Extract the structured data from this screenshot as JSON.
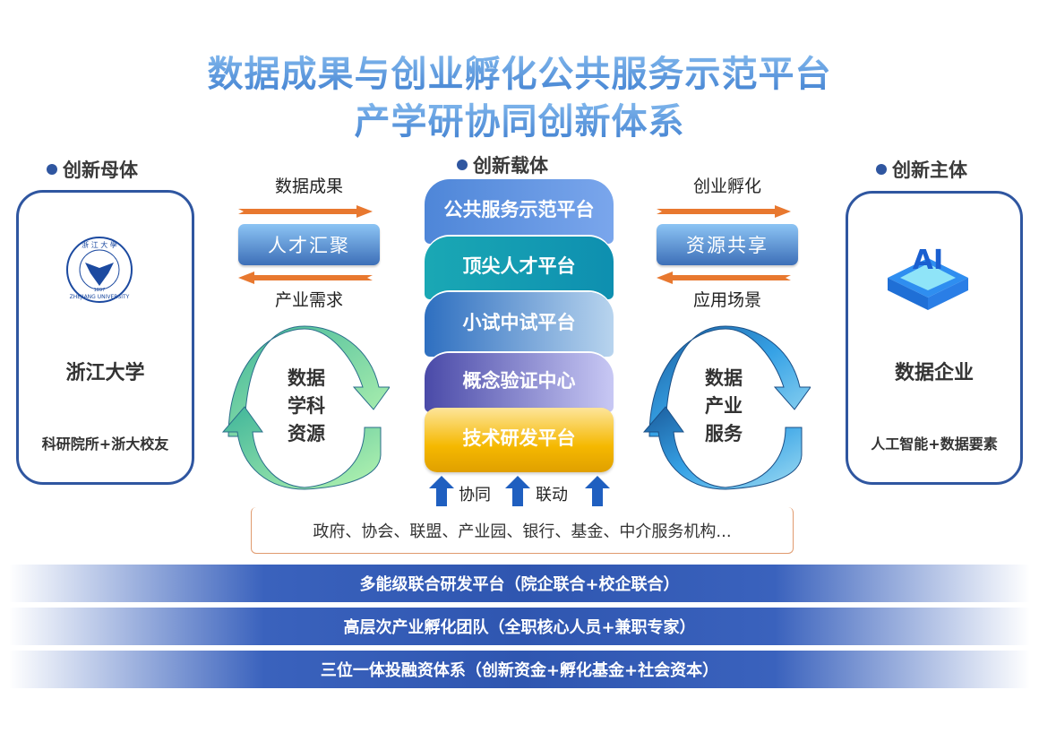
{
  "title": {
    "line1": "数据成果与创业孵化公共服务示范平台",
    "line2": "产学研协同创新体系"
  },
  "left": {
    "section_label": "创新母体",
    "logo_text": "ZHEJIANG UNIVERSITY 1897",
    "name": "浙江大学",
    "subtitle": "科研院所+浙大校友"
  },
  "left_flow": {
    "top_caption": "数据成果",
    "pill": "人才汇聚",
    "bottom_caption": "产业需求",
    "cycle_lines": [
      "数据",
      "学科",
      "资源"
    ]
  },
  "center": {
    "section_label": "创新载体",
    "layers": [
      "公共服务示范平台",
      "顶尖人才平台",
      "小试中试平台",
      "概念验证中心",
      "技术研发平台"
    ],
    "arrow_labels": [
      "协同",
      "联动"
    ],
    "partners": "政府、协会、联盟、产业园、银行、基金、中介服务机构..."
  },
  "right_flow": {
    "top_caption": "创业孵化",
    "pill": "资源共享",
    "bottom_caption": "应用场景",
    "cycle_lines": [
      "数据",
      "产业",
      "服务"
    ]
  },
  "right": {
    "section_label": "创新主体",
    "icon_text": "AI",
    "name": "数据企业",
    "subtitle": "人工智能+数据要素"
  },
  "bands": [
    "多能级联合研发平台（院企联合+校企联合）",
    "高层次产业孵化团队（全职核心人员+兼职专家）",
    "三位一体投融资体系（创新资金+孵化基金+社会资本）"
  ],
  "colors": {
    "brand_blue": "#2f56a0",
    "orange_arrow": "#e8782f",
    "title_blue": "#4f8fdc"
  }
}
